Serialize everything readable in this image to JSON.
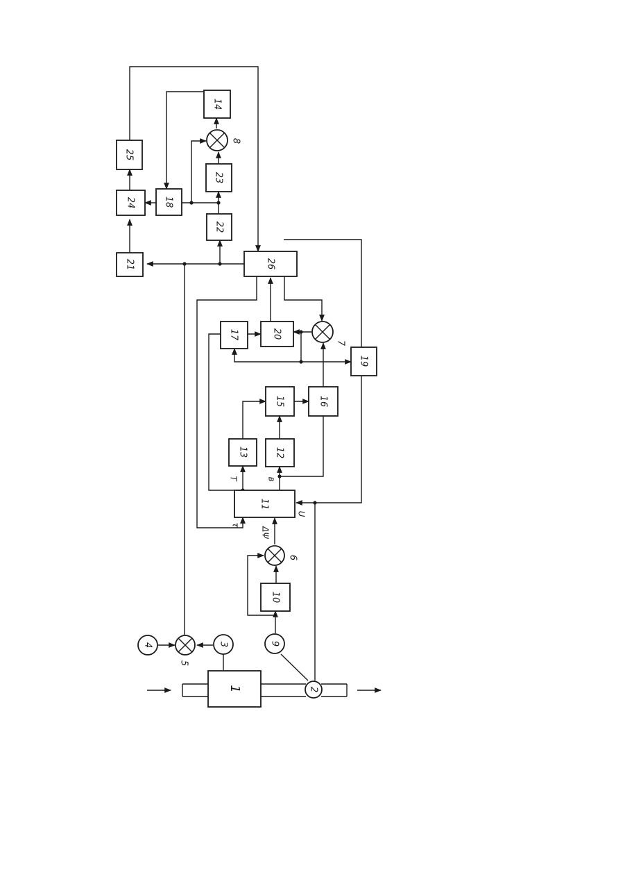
{
  "blocks": {
    "b1": "1",
    "b10": "10",
    "b11": "11",
    "b12": "12",
    "b13": "13",
    "b14": "14",
    "b15": "15",
    "b16": "16",
    "b17": "17",
    "b18": "18",
    "b19": "19",
    "b20": "20",
    "b21": "21",
    "b22": "22",
    "b23": "23",
    "b24": "24",
    "b25": "25",
    "b26": "26"
  },
  "sensors": {
    "s2": "2",
    "s3": "3",
    "s4": "4",
    "s9": "9"
  },
  "comparators": {
    "c5": "5",
    "c6": "6",
    "c7": "7",
    "c8": "8"
  },
  "signals": {
    "t_upper": "T",
    "v": "в",
    "tau": "τ",
    "dpsi": "ΔΨ",
    "u": "U"
  }
}
